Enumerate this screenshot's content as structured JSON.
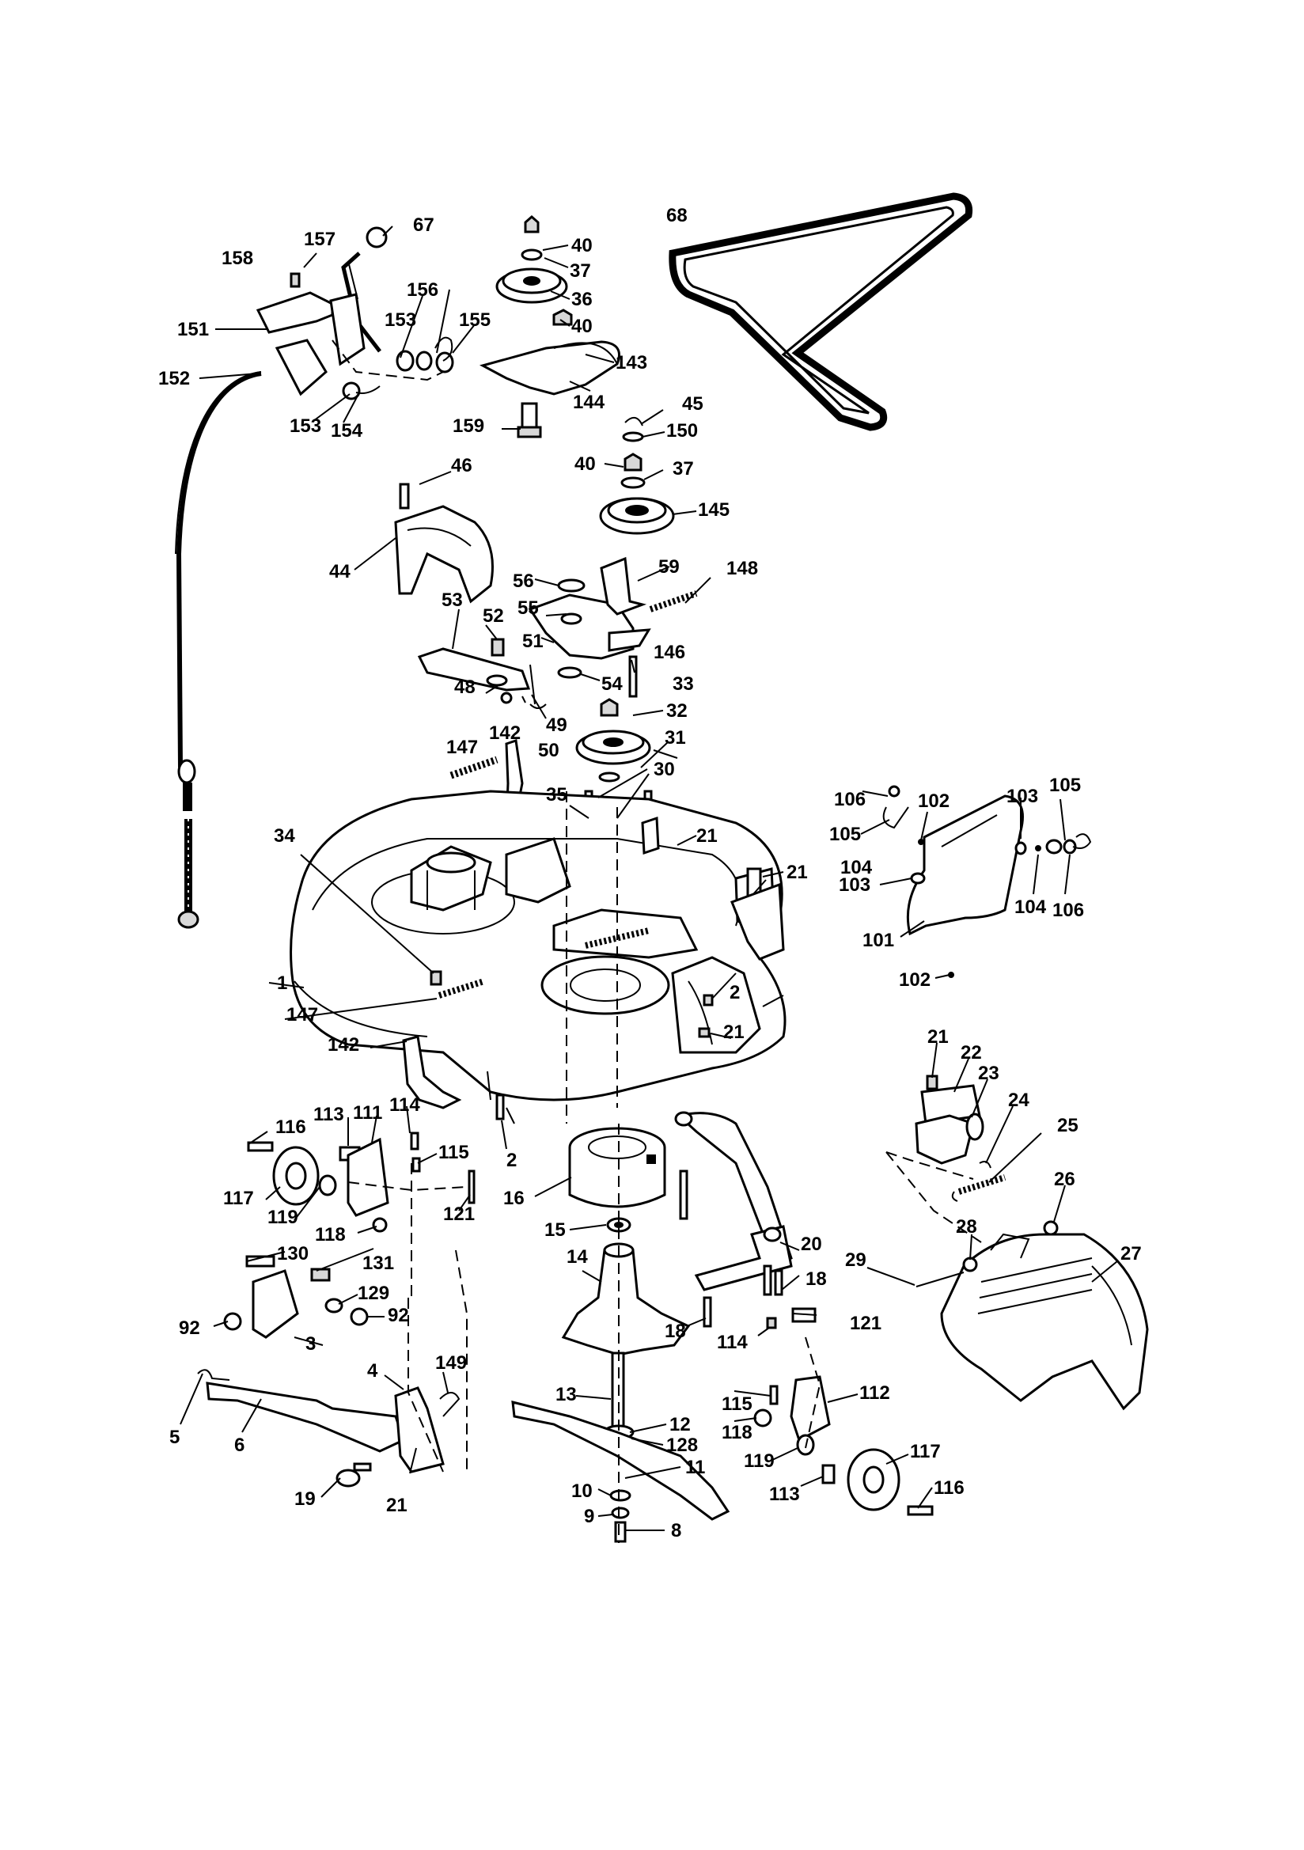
{
  "labels": [
    "1",
    "2",
    "2",
    "3",
    "4",
    "5",
    "6",
    "8",
    "9",
    "10",
    "11",
    "12",
    "128",
    "13",
    "14",
    "15",
    "16",
    "18",
    "18",
    "19",
    "20",
    "21",
    "21",
    "21",
    "21",
    "21",
    "22",
    "23",
    "24",
    "25",
    "26",
    "27",
    "28",
    "29",
    "30",
    "31",
    "32",
    "33",
    "34",
    "35",
    "36",
    "37",
    "37",
    "40",
    "40",
    "40",
    "44",
    "45",
    "46",
    "48",
    "49",
    "50",
    "51",
    "52",
    "53",
    "54",
    "55",
    "56",
    "59",
    "67",
    "68",
    "92",
    "92",
    "101",
    "102",
    "102",
    "103",
    "103",
    "104",
    "104",
    "105",
    "105",
    "106",
    "106",
    "111",
    "112",
    "113",
    "113",
    "114",
    "114",
    "115",
    "115",
    "116",
    "116",
    "117",
    "117",
    "118",
    "118",
    "119",
    "119",
    "121",
    "121",
    "129",
    "130",
    "131",
    "142",
    "142",
    "143",
    "144",
    "145",
    "146",
    "147",
    "147",
    "148",
    "149",
    "150",
    "151",
    "152",
    "153",
    "153",
    "154",
    "155",
    "156",
    "157",
    "158",
    "159"
  ]
}
